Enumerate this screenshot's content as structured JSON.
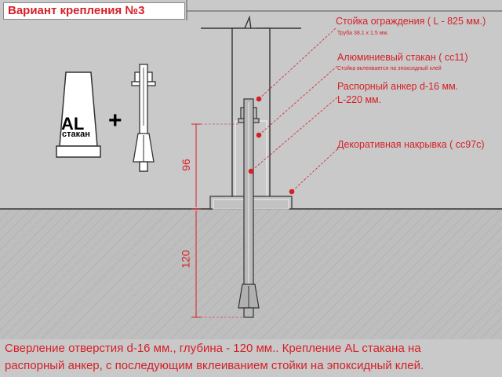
{
  "title": "Вариант крепления №3",
  "callouts": {
    "post": "Стойка ограждения   ( L - 825 мм.)",
    "post_note": "Труба 38.1 х 1.5 мм.",
    "cup": "Алюминиевый стакан  ( сс11)",
    "cup_note": "Стойка вклеивается на эпоксидный  клей",
    "anchor_line1": "Распорный анкер d-16 мм.",
    "anchor_line2": "L-220 мм.",
    "cover": "Декоративная накрывка  ( сс97с)"
  },
  "parts": {
    "al_label": "AL",
    "al_sublabel": "стакан",
    "plus": "+"
  },
  "dimensions": {
    "upper": "96",
    "lower": "120"
  },
  "caption": {
    "line1": "Сверление отверстия d-16 мм., глубина - 120 мм.. Крепление AL стакана на",
    "line2": "распорный  анкер, с последующим вклеиванием  стойки на эпоксидный  клей."
  },
  "colors": {
    "accent": "#d61f26",
    "background": "#c9c9c9",
    "ground": "#bebebe",
    "line": "#333333"
  }
}
